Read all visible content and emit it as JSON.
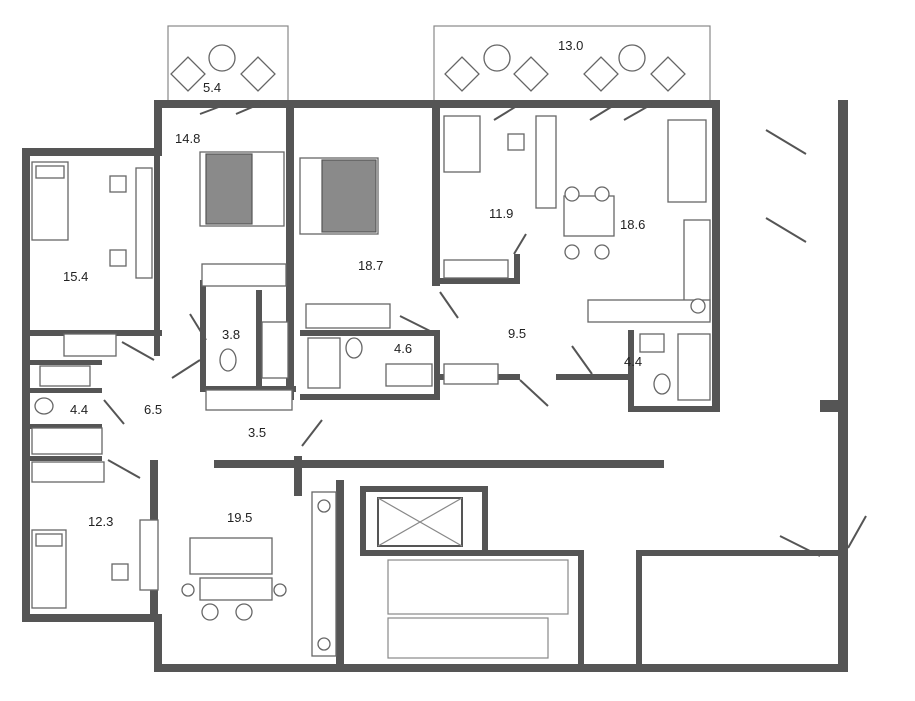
{
  "rooms": {
    "balcony_left": "5.4",
    "balcony_right": "13.0",
    "bedroom_top_left": "14.8",
    "bedroom_master": "18.7",
    "bedroom_right": "11.9",
    "kitchen_living_right": "18.6",
    "bedroom_left": "15.4",
    "bath_center_left": "3.8",
    "bath_center": "4.6",
    "hall_center": "9.5",
    "bath_right": "4.4",
    "bath_left": "4.4",
    "corridor_left": "6.5",
    "corridor_small": "3.5",
    "bedroom_bottom_left": "12.3",
    "kitchen_living_bottom": "19.5"
  }
}
